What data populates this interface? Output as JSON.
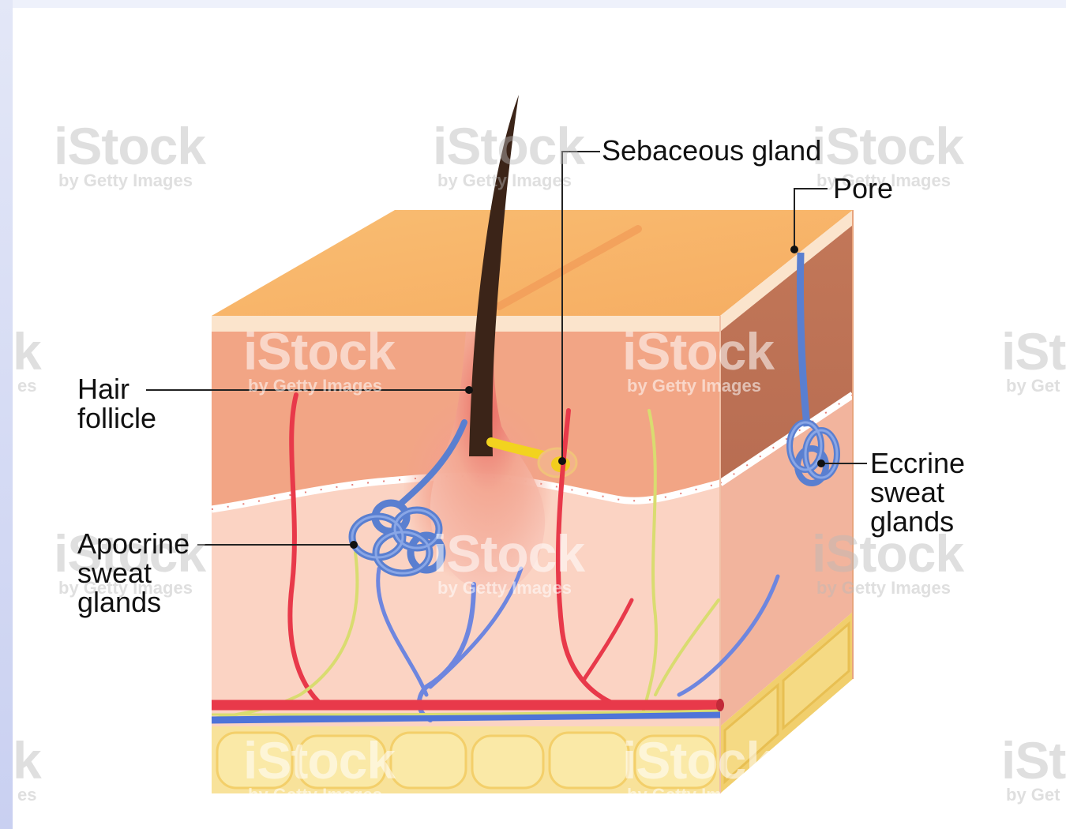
{
  "labels": {
    "sebaceous_gland": "Sebaceous gland",
    "pore": "Pore",
    "hair_follicle": [
      "Hair",
      "follicle"
    ],
    "apocrine": [
      "Apocrine",
      "sweat",
      "glands"
    ],
    "eccrine": [
      "Eccrine",
      "sweat",
      "glands"
    ]
  },
  "watermark": {
    "brand": "iStock",
    "byline": "by Getty Images",
    "brand_partial_left": "k",
    "byline_partial_left": "es",
    "brand_partial_right": "iSt",
    "byline_partial_right": "by Get"
  },
  "colors": {
    "epidermis_top": "#f8b56b",
    "dermis_upper": "#f2a585",
    "dermis_lower": "#fbd3c3",
    "fat": "#f6dd8a",
    "artery": "#e8394a",
    "vein": "#4f74d8",
    "nerve": "#d9dc70",
    "hair": "#3b2418",
    "sweat_gland": "#5a7fd0"
  }
}
